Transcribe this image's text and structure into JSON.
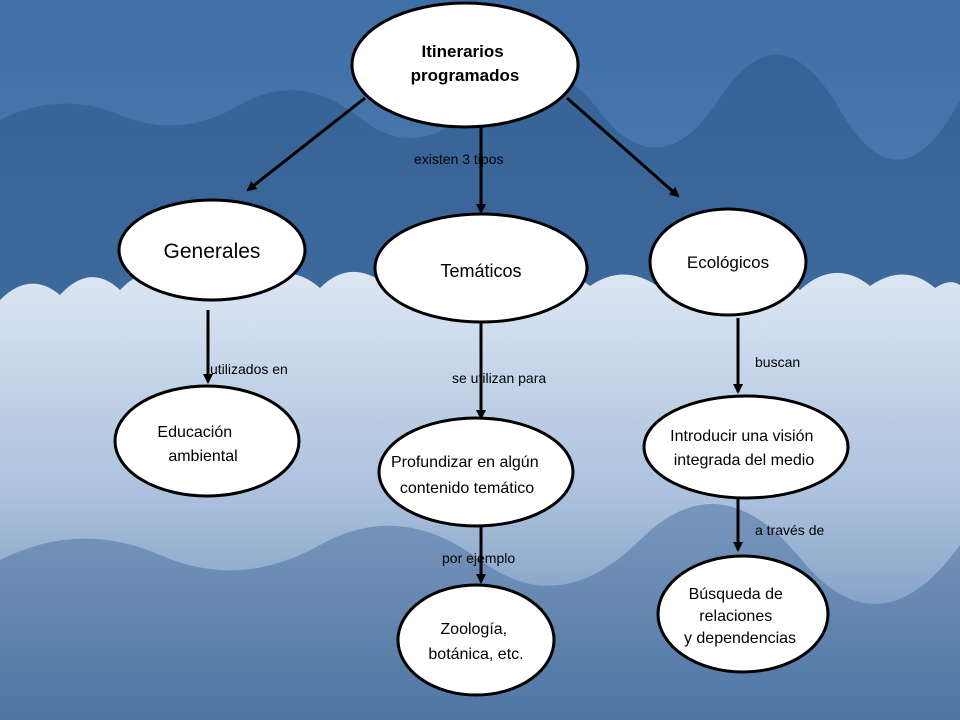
{
  "colors": {
    "sky_top": "#3f6fa6",
    "sky_bottom": "#7ea3cc",
    "forest_dark": "#2b4f7c",
    "frost": "#cfdcee",
    "node_fill": "#ffffff",
    "node_stroke": "#000000",
    "arrow": "#000000"
  },
  "nodes": {
    "root": {
      "lines": [
        "Itinerarios",
        "programados"
      ]
    },
    "generales": {
      "lines": [
        "Generales"
      ]
    },
    "tematicos": {
      "lines": [
        "Temáticos"
      ]
    },
    "ecologicos": {
      "lines": [
        "Ecológicos"
      ]
    },
    "educacion": {
      "lines": [
        "Educación",
        "ambiental"
      ]
    },
    "profundizar": {
      "lines": [
        "Profundizar en algún",
        "contenido temático"
      ]
    },
    "introducir": {
      "lines": [
        "Introducir una visión",
        "integrada del medio"
      ]
    },
    "zoologia": {
      "lines": [
        "Zoología,",
        "botánica, etc."
      ]
    },
    "busqueda": {
      "lines": [
        "Búsqueda de",
        "relaciones",
        "y dependencias"
      ]
    }
  },
  "edges": {
    "existen": "existen 3 tipos",
    "utilizados": "utilizados en",
    "se_utilizan": "se utilizan para",
    "buscan": "buscan",
    "por_ejemplo": "por ejemplo",
    "a_traves": "a través de"
  }
}
